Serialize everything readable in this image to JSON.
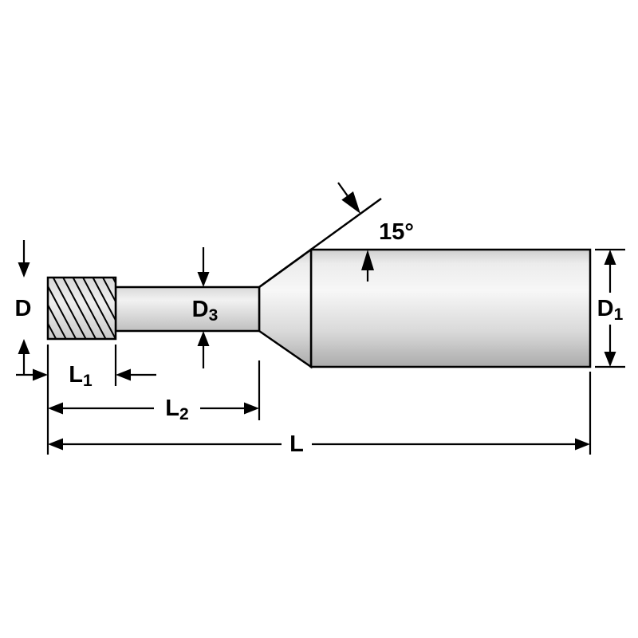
{
  "drawing": {
    "labels": {
      "d": {
        "main": "D",
        "sub": ""
      },
      "d3": {
        "main": "D",
        "sub": "3"
      },
      "d1": {
        "main": "D",
        "sub": "1"
      },
      "l1": {
        "main": "L",
        "sub": "1"
      },
      "l2": {
        "main": "L",
        "sub": "2"
      },
      "l": {
        "main": "L",
        "sub": ""
      },
      "taper_angle": {
        "main": "15°",
        "sub": ""
      }
    },
    "colors": {
      "line": "#000000",
      "metal_highlight": "#f7f7f7",
      "metal_shadow": "#ababab",
      "background": "#ffffff"
    }
  }
}
